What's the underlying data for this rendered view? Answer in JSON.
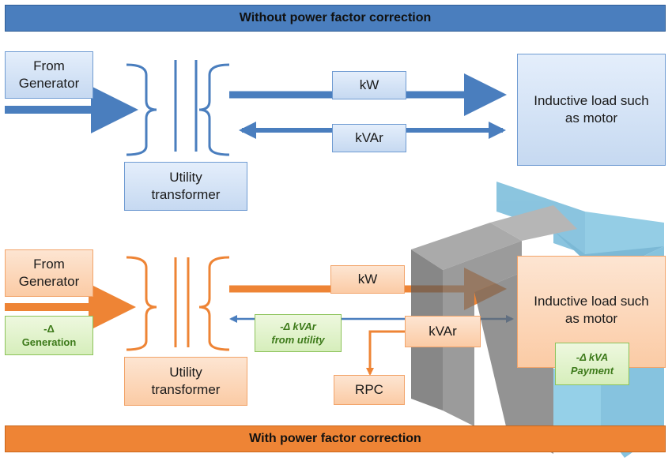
{
  "top": {
    "banner": "Without power factor correction",
    "generator": "From\nGenerator",
    "transformer": "Utility\ntransformer",
    "kw": "kW",
    "kvar": "kVAr",
    "load": "Inductive load such\nas motor"
  },
  "bottom": {
    "banner": "With power factor correction",
    "generator": "From\nGenerator",
    "generation_delta": "-Δ\nGeneration",
    "transformer": "Utility\ntransformer",
    "kw": "kW",
    "kvar_from_utility": "-Δ kVAr\nfrom utility",
    "kvar": "kVAr",
    "rpc": "RPC",
    "load": "Inductive load such\nas motor",
    "kva_payment": "-Δ kVA\nPayment"
  },
  "colors": {
    "blue": "#4a7ebe",
    "orange": "#ee8435",
    "green": "#8cc35a"
  }
}
